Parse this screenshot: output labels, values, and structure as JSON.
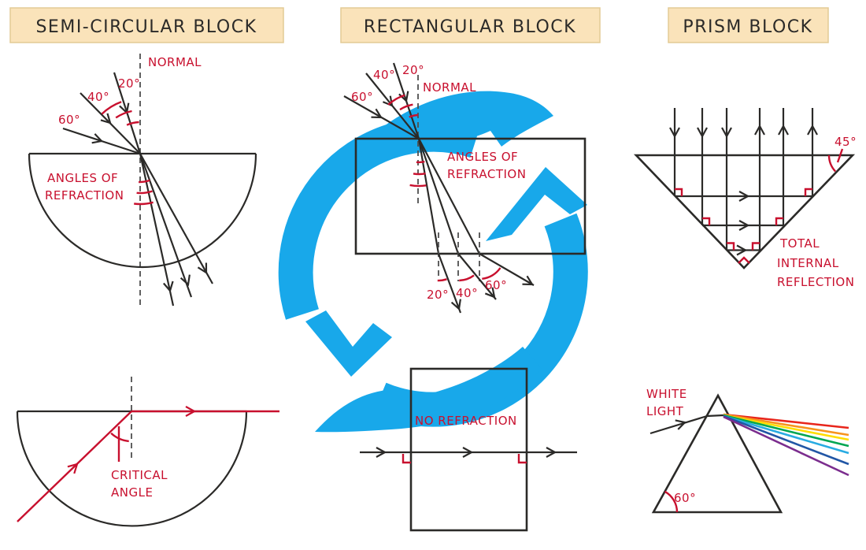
{
  "colors": {
    "background": "#ffffff",
    "line_dark": "#2b2a28",
    "label_red": "#c8102e",
    "logo_blue": "#18a8ea",
    "header_bg": "#fae3ba",
    "header_border": "#e3cb95",
    "dash_gray": "#4f4f4f"
  },
  "headers": {
    "semi_circular": "SEMI-CIRCULAR BLOCK",
    "rectangular": "RECTANGULAR BLOCK",
    "prism": "PRISM BLOCK"
  },
  "semi_top": {
    "normal": "NORMAL",
    "angle_20": "20°",
    "angle_40": "40°",
    "angle_60": "60°",
    "caption1": "ANGLES OF",
    "caption2": "REFRACTION"
  },
  "semi_bottom": {
    "caption1": "CRITICAL",
    "caption2": "ANGLE"
  },
  "rect_top": {
    "normal": "NORMAL",
    "in_20": "20°",
    "in_40": "40°",
    "in_60": "60°",
    "caption1": "ANGLES OF",
    "caption2": "REFRACTION",
    "out_20": "20°",
    "out_40": "40°",
    "out_60": "60°"
  },
  "rect_bottom": {
    "caption": "NO REFRACTION"
  },
  "prism_top": {
    "angle_45": "45°",
    "caption1": "TOTAL",
    "caption2": "INTERNAL",
    "caption3": "REFLECTION"
  },
  "prism_bottom": {
    "caption1": "WHITE",
    "caption2": "LIGHT",
    "angle_60": "60°"
  },
  "spectrum": {
    "colors": [
      "#e8251b",
      "#f7941d",
      "#ffdd00",
      "#00a651",
      "#29abe2",
      "#2156a5",
      "#7b2d8e"
    ]
  }
}
